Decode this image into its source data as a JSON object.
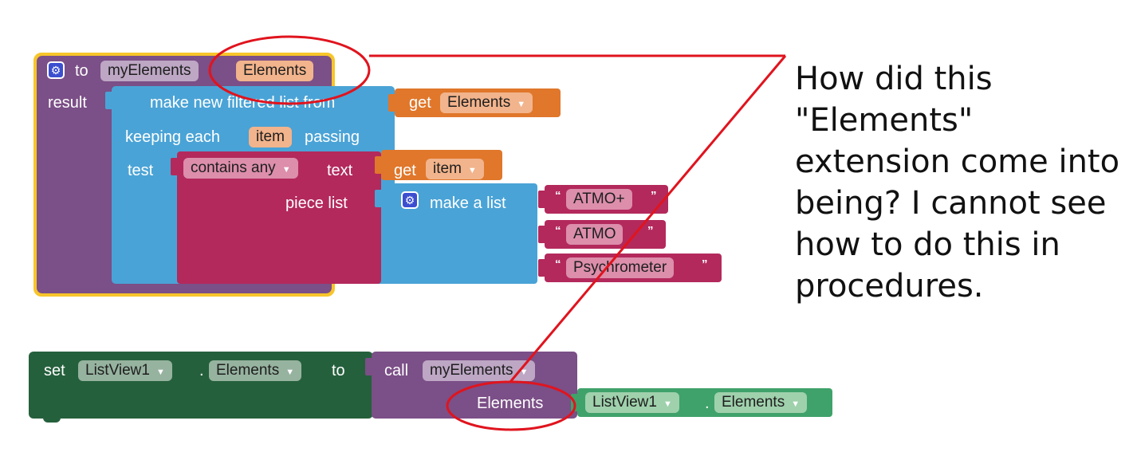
{
  "procedure": {
    "to_label": "to",
    "name": "myElements",
    "param": "Elements",
    "result_label": "result"
  },
  "filter_block": {
    "title": "make new filtered list from",
    "keeping_each": "keeping each",
    "item_var": "item",
    "passing": "passing",
    "test_label": "test"
  },
  "get_elements": {
    "get_label": "get",
    "var": "Elements"
  },
  "contains_block": {
    "op": "contains any",
    "text_label": "text",
    "piece_list_label": "piece list"
  },
  "get_item": {
    "get_label": "get",
    "var": "item"
  },
  "make_list": {
    "label": "make a list"
  },
  "strings": [
    "ATMO+",
    "ATMO",
    "Psychrometer"
  ],
  "setter": {
    "set_label": "set",
    "component": "ListView1",
    "dot": ".",
    "property": "Elements",
    "to_label": "to"
  },
  "call_block": {
    "call_label": "call",
    "proc": "myElements",
    "arg_label": "Elements"
  },
  "getter": {
    "component": "ListView1",
    "dot": ".",
    "property": "Elements"
  },
  "annotation": {
    "text": "How did this \"Elements\" extension come into being?  I cannot see how to do this in procedures."
  },
  "colors": {
    "procedure": "#7b4f87",
    "list": "#4aa3d6",
    "text": "#b3295c",
    "variable": "#e0772b",
    "component": "#25603c",
    "component_getter": "#3fa26a",
    "highlight": "#f7c52a",
    "annotation_red": "#e0141e"
  }
}
